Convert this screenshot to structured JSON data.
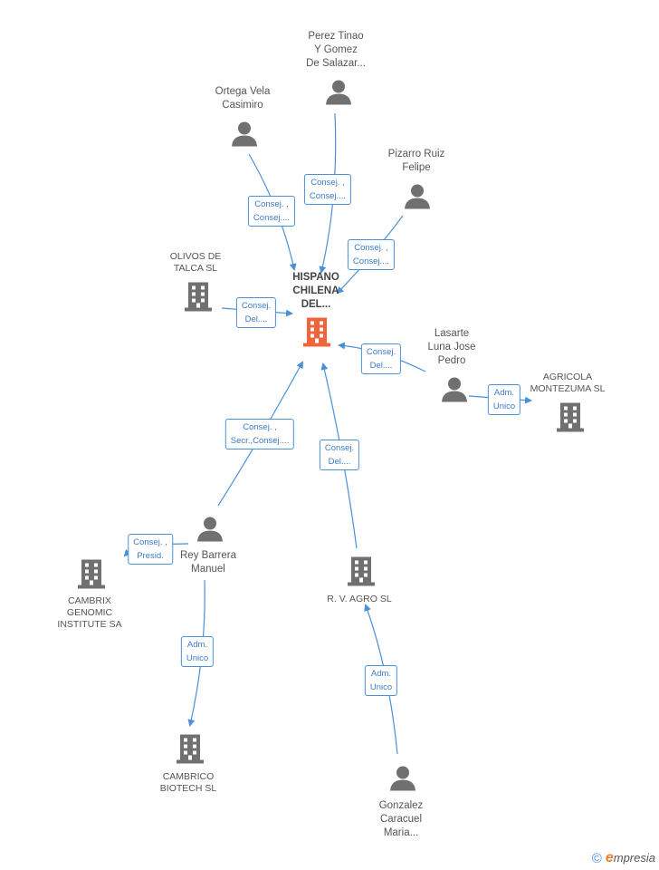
{
  "colors": {
    "edge": "#4a90d9",
    "person_icon": "#707070",
    "company_icon": "#707070",
    "center_icon": "#f0643c",
    "badge_border": "#4a90d9",
    "badge_text": "#3a7bc8"
  },
  "center": {
    "label": "HISPANO\nCHILENA\nDEL..."
  },
  "people": [
    {
      "id": "perez",
      "label": "Perez Tinao\nY Gomez\nDe Salazar..."
    },
    {
      "id": "ortega",
      "label": "Ortega Vela\nCasimiro"
    },
    {
      "id": "pizarro",
      "label": "Pizarro Ruiz\nFelipe"
    },
    {
      "id": "lasarte",
      "label": "Lasarte\nLuna Jose\nPedro"
    },
    {
      "id": "rey",
      "label": "Rey Barrera\nManuel"
    },
    {
      "id": "gonzalez",
      "label": "Gonzalez\nCaracuel\nMaria..."
    }
  ],
  "companies": [
    {
      "id": "olivos",
      "label": "OLIVOS DE\nTALCA SL"
    },
    {
      "id": "agricola",
      "label": "AGRICOLA\nMONTEZUMA SL"
    },
    {
      "id": "cambrix",
      "label": "CAMBRIX\nGENOMIC\nINSTITUTE SA"
    },
    {
      "id": "rvagro",
      "label": "R. V. AGRO  SL"
    },
    {
      "id": "cambrico",
      "label": "CAMBRICO\nBIOTECH SL"
    }
  ],
  "relations": [
    {
      "id": "perez_center",
      "label": "Consej. ,\nConsej...."
    },
    {
      "id": "ortega_center",
      "label": "Consej. ,\nConsej...."
    },
    {
      "id": "pizarro_center",
      "label": "Consej. ,\nConsej...."
    },
    {
      "id": "olivos_center",
      "label": "Consej.\nDel...."
    },
    {
      "id": "lasarte_center",
      "label": "Consej.\nDel...."
    },
    {
      "id": "lasarte_agricola",
      "label": "Adm.\nUnico"
    },
    {
      "id": "rey_center",
      "label": "Consej. ,\nSecr.,Consej...."
    },
    {
      "id": "rvagro_center",
      "label": "Consej.\nDel...."
    },
    {
      "id": "rey_cambrix",
      "label": "Consej. ,\nPresid."
    },
    {
      "id": "rey_cambrico",
      "label": "Adm.\nUnico"
    },
    {
      "id": "gonzalez_rvagro",
      "label": "Adm.\nUnico"
    }
  ],
  "footer": {
    "copyright": "©",
    "brand_first": "e",
    "brand_rest": "mpresia"
  }
}
